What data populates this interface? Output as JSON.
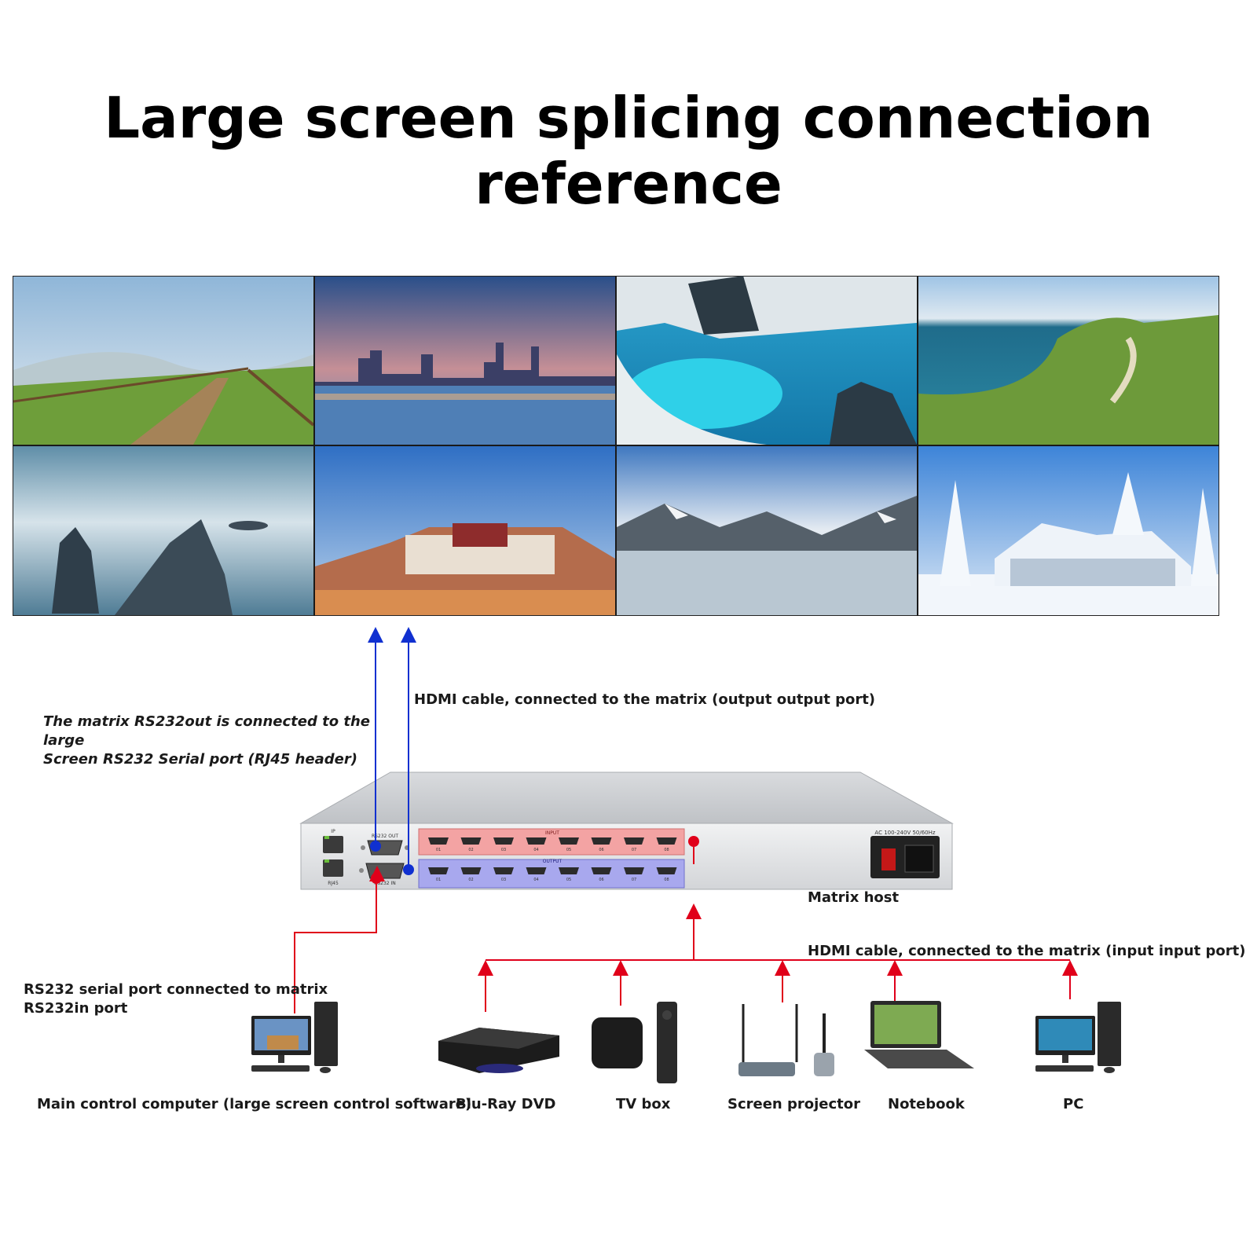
{
  "title": "Large screen splicing connection reference",
  "labels": {
    "rs232_out_line1": "The matrix RS232out is connected to the large",
    "rs232_out_line2": "Screen RS232  Serial port (RJ45 header)",
    "hdmi_output": "HDMI cable, connected to the matrix (output output port)",
    "matrix_host": "Matrix host",
    "hdmi_input": "HDMI cable, connected to the matrix (input input port)",
    "rs232_in_line1": "RS232 serial port connected to matrix",
    "rs232_in_line2": "RS232in port"
  },
  "matrix": {
    "input_label": "INPUT",
    "output_label": "OUTPUT",
    "rs232_out": "RS232 OUT",
    "rs232_in": "RS232 IN",
    "rj45": "RJ45",
    "ip": "IP",
    "power": "AC 100-240V 50/60Hz",
    "ports": [
      "01",
      "02",
      "03",
      "04",
      "05",
      "06",
      "07",
      "08"
    ]
  },
  "devices": [
    {
      "name": "Main control computer (large screen control software)"
    },
    {
      "name": "Blu-Ray DVD"
    },
    {
      "name": "TV box"
    },
    {
      "name": "Screen projector"
    },
    {
      "name": "Notebook"
    },
    {
      "name": "PC"
    }
  ],
  "colors": {
    "red_line": "#e0001a",
    "blue_line": "#1030d0",
    "input_panel": "#f3a3a3",
    "output_panel": "#a8a8ee"
  }
}
